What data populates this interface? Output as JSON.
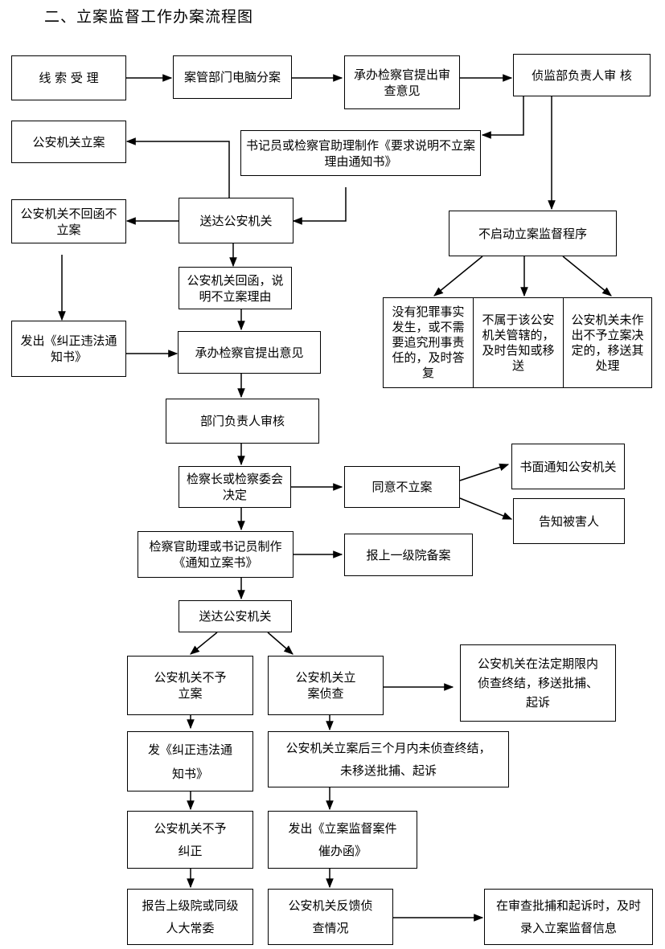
{
  "title": "二、立案监督工作办案流程图",
  "nodes": {
    "n1": "线 索 受 理",
    "n2": "案管部门电脑分案",
    "n3": "承办检察官提出审查意见",
    "n4": "侦监部负责人审 核",
    "n5": "公安机关立案",
    "n6": "书记员或检察官助理制作《要求说明不立案理由通知书》",
    "n7": "公安机关不回函不立案",
    "n8": "送达公安机关",
    "n9": "不启动立案监督程序",
    "n10": "公安机关回函，说明不立案理由",
    "n11": "发出《纠正违法通知书》",
    "n12": "承办检察官提出意见",
    "n13": "没有犯罪事实发生，或不需要追究刑事责任的，及时答复",
    "n14": "不属于该公安机关管辖的，及时告知或移送",
    "n15": "公安机关未作出不予立案决定的，移送其处理",
    "n16": "部门负责人审核",
    "n17": "检察长或检察委会决定",
    "n18": "同意不立案",
    "n19": "书面通知公安机关",
    "n20": "告知被害人",
    "n21": "检察官助理或书记员制作《通知立案书》",
    "n22": "报上一级院备案",
    "n23": "送达公安机关",
    "n24": "公安机关不予立案",
    "n25": "公安机关立案侦查",
    "n26": "公安机关在法定期限内侦查终结，移送批捕、起诉",
    "n27": "发《纠正违法通知书》",
    "n28": "公安机关立案后三个月内未侦查终结，未移送批捕、起诉",
    "n29": "公安机关不予纠正",
    "n30": "发出《立案监督案件催办函》",
    "n31": "报告上级院或同级人大常委",
    "n32": "公安机关反馈侦查情况",
    "n33": "在审查批捕和起诉时，及时录入立案监督信息"
  }
}
